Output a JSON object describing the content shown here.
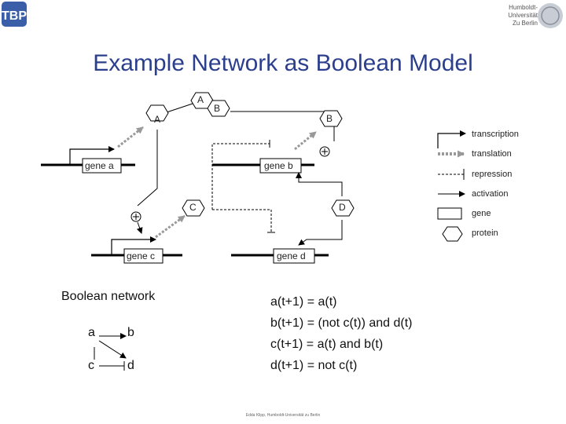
{
  "header": {
    "title": "Example Network as Boolean Model",
    "logo_text": "TBP",
    "university": [
      "Humboldt-",
      "Universität",
      "Zu Berlin"
    ]
  },
  "network": {
    "genes": {
      "a": "gene a",
      "b": "gene b",
      "c": "gene c",
      "d": "gene d"
    },
    "proteins": {
      "A_top": "A",
      "A_left": "A",
      "B_top": "B",
      "B_right": "B",
      "C": "C",
      "D": "D"
    },
    "activation_symbol": "+"
  },
  "legend": {
    "transcription": "transcription",
    "translation": "translation",
    "repression": "repression",
    "activation": "activation",
    "gene": "gene",
    "protein": "protein"
  },
  "boolean_network": {
    "title": "Boolean network",
    "nodes": {
      "a": "a",
      "b": "b",
      "c": "c",
      "d": "d"
    }
  },
  "equations": {
    "eq1": "a(t+1) = a(t)",
    "eq2": "b(t+1) = (not c(t)) and d(t)",
    "eq3": "c(t+1) = a(t) and b(t)",
    "eq4": "d(t+1) = not c(t)"
  },
  "footer": "Edda Klipp, Humboldt-Universität zu Berlin",
  "colors": {
    "title": "#2c3f8c",
    "translation_arrow": "#999999",
    "logo": "#3a5ea8"
  }
}
